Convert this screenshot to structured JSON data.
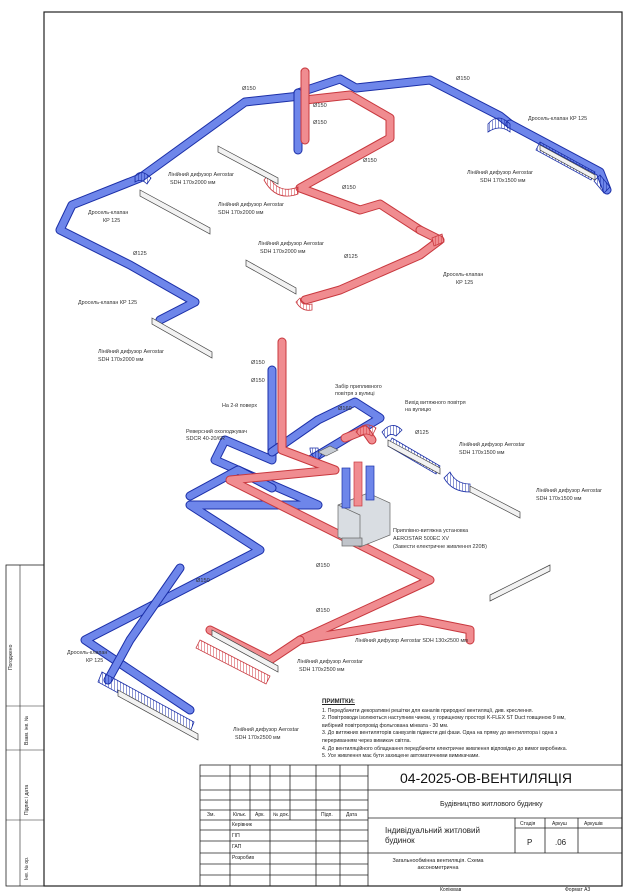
{
  "colors": {
    "supply": "#4a63d6",
    "extract": "#e8686d",
    "frame": "#222222"
  },
  "labels": {
    "d150_a": "Ø150",
    "d150_b": "Ø150",
    "d150_c": "Ø150",
    "d150_d": "Ø150",
    "d150_e": "Ø150",
    "d150_f": "Ø150",
    "d150_g": "Ø150",
    "d150_h": "Ø150",
    "d150_i": "Ø150",
    "d150_j": "Ø150",
    "d150_k": "Ø150",
    "d150_l": "Ø150",
    "d125_a": "Ø125",
    "d125_b": "Ø125",
    "d125_c": "Ø125",
    "d160": "Ø160",
    "diffuser_tr_1": "Лінійний дифузор Aerostar",
    "diffuser_tr_2": "SDH 170х1500 мм",
    "valve_tr_1": "Дросель-клапан КР 125",
    "diffuser_tl_1": "Лінійний дифузор Aerostar",
    "diffuser_tl_2": "SDH 170х2000 мм",
    "diffuser_tm_1": "Лінійний дифузор Aerostar",
    "diffuser_tm_2": "SDH 170х2000 мм",
    "valve_l1_1": "Дросель-клапан",
    "valve_l1_2": "КР 125",
    "diffuser_c_1": "Лінійний дифузор Aerostar",
    "diffuser_c_2": "SDH 170х2000 мм",
    "valve_c_1": "Дросель-клапан",
    "valve_c_2": "КР 125",
    "valve_l2": "Дросель-клапан КР 125",
    "diffuser_l2_1": "Лінійний дифузор Aerostar",
    "diffuser_l2_2": "SDH 170х2000 мм",
    "intake_1": "Забір припливного",
    "intake_2": "повітря з вулиці",
    "exhaust_1": "Вихід витяжного повітря",
    "exhaust_2": "на вулицю",
    "floor2": "На 2-й поверх",
    "cooler_1": "Реверсний охолоджувач",
    "cooler_2": "SDCR 40-20/6R",
    "diffuser_m1_1": "Лінійний дифузор Aerostar",
    "diffuser_m1_2": "SDH 170х1500 мм",
    "diffuser_m2_1": "Лінійний дифузор Aerostar",
    "diffuser_m2_2": "SDH 170х1500 мм",
    "unit_1": "Приплівно-витяжна установка",
    "unit_2": "AEROSTAR 500EC XV",
    "unit_3": "(Завести електричне живлення 220В)",
    "diffuser_b1": "Лінійний дифузор Aerostar SDH 130х2500 мм",
    "valve_b_1": "Дросель-клапан",
    "valve_b_2": "КР 125",
    "diffuser_b2_1": "Лінійний дифузор Aerostar",
    "diffuser_b2_2": "SDH 170х2500 мм",
    "diffuser_b3_1": "Лінійний дифузор Aerostar",
    "diffuser_b3_2": "SDH 170х2500 мм"
  },
  "notes": {
    "title": "ПРИМІТКИ:",
    "items": [
      "1. Передбачити декоративні решітки для каналів природної вентиляції, див. креслення.",
      "2. Повітроводи ізолюються наступним чином, у горищному просторі K-FLEX ST Duct товщиною 9 мм,",
      "    вибірний повітропровід фольгована мінвата - 30 мм.",
      "3. До витяжних вентиляторів санвузлів підвести дві фази. Одна на пряму до вентилятора і одна з",
      "    перериванням через вимикач світла.",
      "4. До вентиляційного обладнання передбачити електричне живлення відповідно до вимог виробника.",
      "5. Усе живлення має бути захищене автоматичними вимикачами."
    ]
  },
  "titleblock": {
    "code": "04-2025-ОВ-ВЕНТИЛЯЦІЯ",
    "building": "Будівництво житлового будинку",
    "project": "Індивідуальний житловий будинок",
    "sheet_title": "Загальнообмінна вентиляція. Схема аксонометрична",
    "col_headers": [
      "Зм.",
      "Кільк.",
      "Арк.",
      "№ док.",
      "Підп.",
      "Дата"
    ],
    "roles": [
      "Керівник",
      "ГІП",
      "ГАП",
      "Розробив"
    ],
    "stage_label": "Стадія",
    "sheet_label": "Аркуш",
    "sheets_label": "Аркушів",
    "stage": "Р",
    "sheet": ".06",
    "sheets": "",
    "copied": "Копіював",
    "format": "Формат А3"
  },
  "side": {
    "agreed": "Погоджено",
    "inv_replace": "Взам. інв. №",
    "sign_date": "Підпис і дата",
    "inv_orig": "Інв. № ор."
  }
}
